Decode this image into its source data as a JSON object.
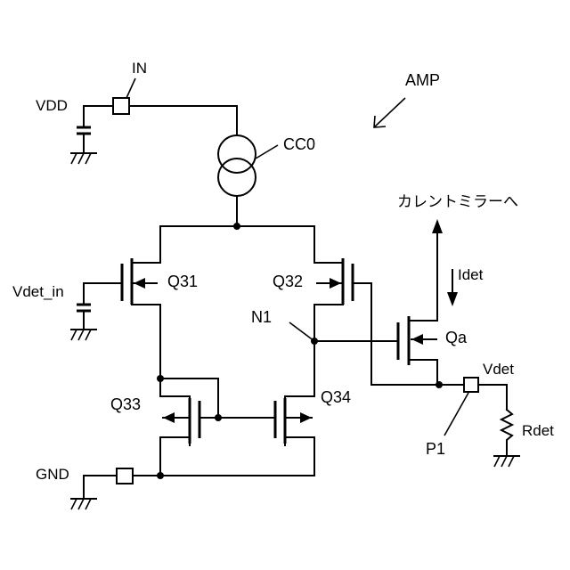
{
  "labels": {
    "amp": "AMP",
    "in": "IN",
    "vdd": "VDD",
    "cc0": "CC0",
    "current_mirror": "カレントミラーへ",
    "idet": "Idet",
    "vdet_in": "Vdet_in",
    "q31": "Q31",
    "q32": "Q32",
    "n1": "N1",
    "qa": "Qa",
    "vdet": "Vdet",
    "q33": "Q33",
    "q34": "Q34",
    "rdet": "Rdet",
    "p1": "P1",
    "gnd": "GND"
  }
}
